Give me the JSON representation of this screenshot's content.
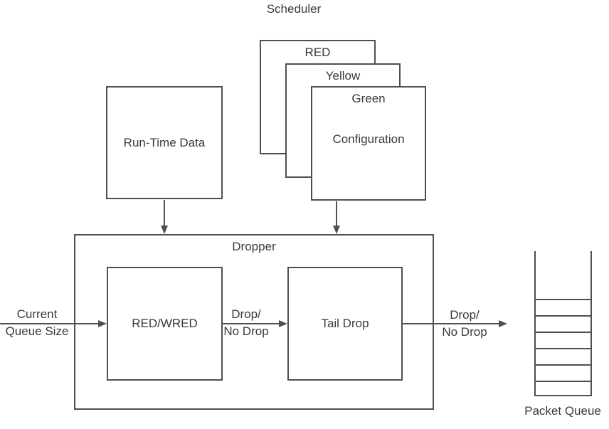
{
  "scheduler": {
    "label": "Scheduler",
    "red_profile": "RED",
    "yellow_profile": "Yellow",
    "green_profile": "Green",
    "configuration": "Configuration"
  },
  "runtime_data": {
    "label": "Run-Time Data"
  },
  "dropper": {
    "label": "Dropper",
    "red_wred_label": "RED/WRED",
    "tail_drop_label": "Tail Drop"
  },
  "flow": {
    "input_label_line1": "Current",
    "input_label_line2": "Queue Size",
    "intermediate_label_line1": "Drop/",
    "intermediate_label_line2": "No Drop",
    "output_label_line1": "Drop/",
    "output_label_line2": "No Drop"
  },
  "packet_queue": {
    "label": "Packet Queue",
    "slot_count": 6
  },
  "colors": {
    "line": "#4f4f4f",
    "text": "#3a3a3a",
    "background": "#ffffff"
  }
}
